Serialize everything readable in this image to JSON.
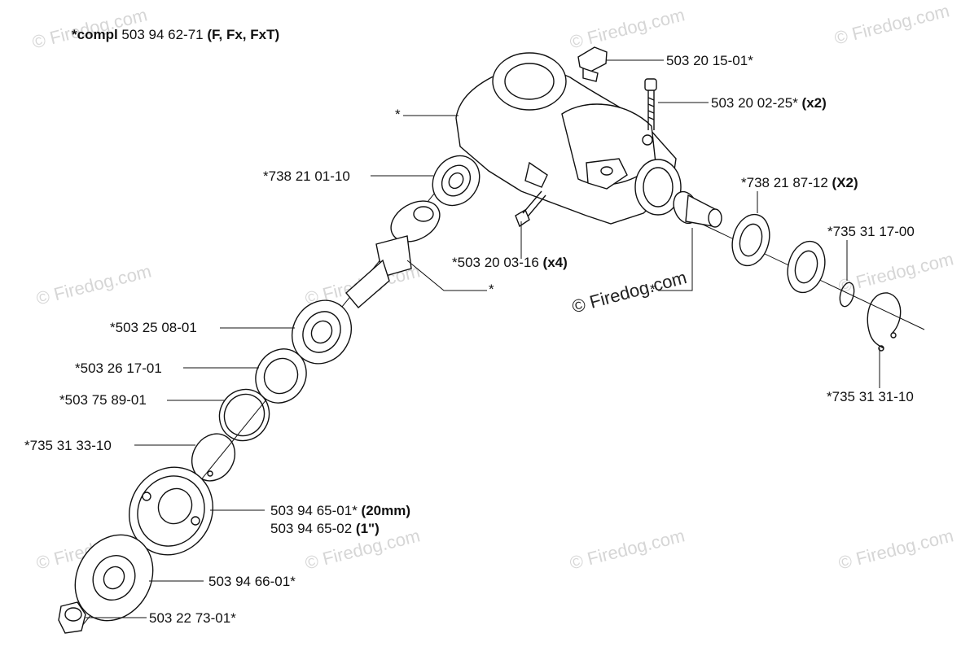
{
  "header": {
    "prefix": "*compl",
    "number": " 503 94 62-71 ",
    "models": "(F, Fx, FxT)"
  },
  "watermark": {
    "text": "© Firedog.com",
    "main": "© Firedog.com"
  },
  "labels": {
    "plug": "503 20 15-01*",
    "screw_top": "503 20 02-25*",
    "screw_top_qty": " (x2)",
    "housing": "*",
    "bearing_small": "*738 21 01-10",
    "bearing_right": "*738 21 87-12",
    "bearing_right_qty": " (X2)",
    "retaining_small": "*735 31 17-00",
    "screw_side": "*503 20 03-16",
    "screw_side_qty": " (x4)",
    "gear": "*",
    "pinion": "*",
    "bearing_mid": "*503 25 08-01",
    "seal": "*503 26 17-01",
    "washer_ring": "*503 75 89-01",
    "circlip": "*735 31 33-10",
    "circlip_right": "*735 31 31-10",
    "support_cup": "503 94 65-01*",
    "support_cup_size": " (20mm)",
    "support_cup_alt": "503 94 65-02",
    "support_cup_alt_size": " (1\")",
    "flange": "503 94 66-01*",
    "nut": "503 22 73-01*"
  }
}
